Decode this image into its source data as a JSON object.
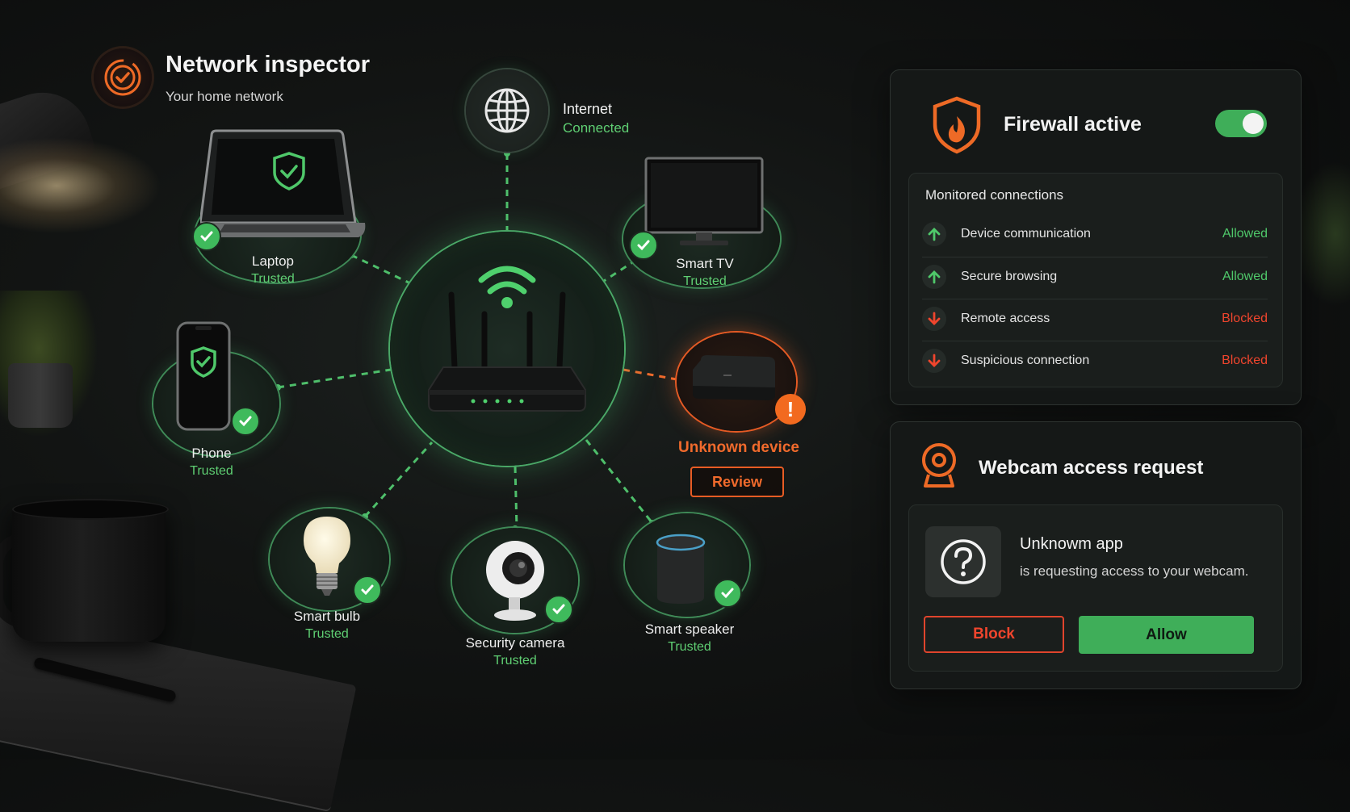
{
  "header": {
    "title": "Network inspector",
    "subtitle": "Your home network",
    "logo_icon": "shield-check-icon"
  },
  "internet": {
    "name": "Internet",
    "status": "Connected",
    "icon": "globe-icon"
  },
  "router": {
    "icon": "router-icon"
  },
  "devices": [
    {
      "name": "Laptop",
      "status": "Trusted",
      "icon": "laptop-icon"
    },
    {
      "name": "Smart TV",
      "status": "Trusted",
      "icon": "tv-icon"
    },
    {
      "name": "Phone",
      "status": "Trusted",
      "icon": "phone-icon"
    },
    {
      "name": "Smart bulb",
      "status": "Trusted",
      "icon": "bulb-icon"
    },
    {
      "name": "Security camera",
      "status": "Trusted",
      "icon": "camera-icon"
    },
    {
      "name": "Smart speaker",
      "status": "Trusted",
      "icon": "speaker-icon"
    }
  ],
  "unknown_device": {
    "name": "Unknown device",
    "action": "Review",
    "badge": "!",
    "icon": "set-top-box-icon"
  },
  "firewall": {
    "title": "Firewall active",
    "enabled": true,
    "connections_title": "Monitored connections",
    "connections": [
      {
        "label": "Device communication",
        "status": "Allowed",
        "direction": "up"
      },
      {
        "label": "Secure browsing",
        "status": "Allowed",
        "direction": "up"
      },
      {
        "label": "Remote access",
        "status": "Blocked",
        "direction": "down"
      },
      {
        "label": "Suspicious connection",
        "status": "Blocked",
        "direction": "down"
      }
    ]
  },
  "webcam": {
    "title": "Webcam access request",
    "app_name": "Unknowm app",
    "description": "is requesting access to your webcam.",
    "block_label": "Block",
    "allow_label": "Allow"
  },
  "colors": {
    "accent_green": "#3fae59",
    "alert_orange": "#f06a2c",
    "blocked_red": "#f0452d",
    "background": "#121413"
  }
}
